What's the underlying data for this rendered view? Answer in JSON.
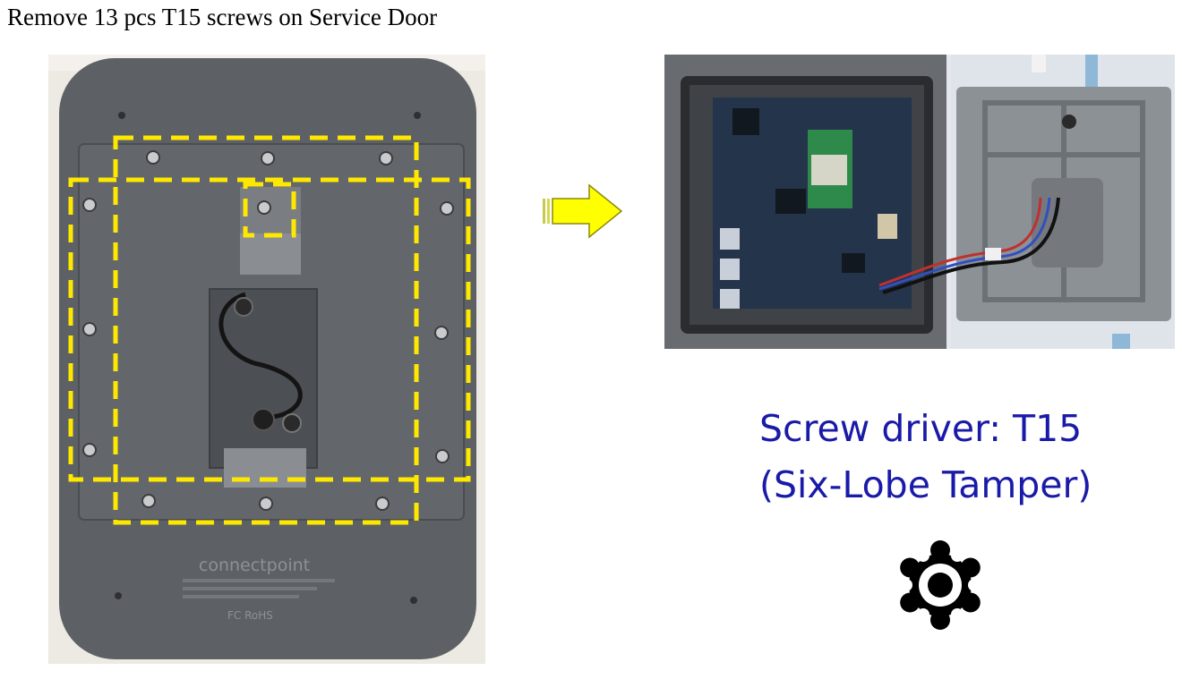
{
  "heading": "Remove 13 pcs T15 screws on Service Door",
  "device": {
    "brand": "connectpoint",
    "certification_marks": "FC RoHS"
  },
  "tool_caption": {
    "line1": "Screw driver: T15",
    "line2": "(Six-Lobe Tamper)"
  },
  "colors": {
    "highlight": "#ffe800",
    "caption": "#1a1aa8",
    "arrow": "#ffff00"
  },
  "icons": {
    "arrow": "right-arrow-icon",
    "torx": "torx-t15-icon"
  }
}
